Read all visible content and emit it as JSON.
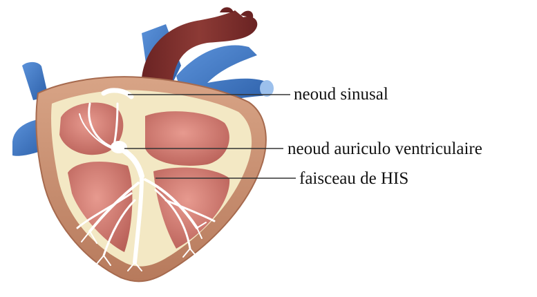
{
  "labels": {
    "sa_node": "neoud sinusal",
    "av_node": "neoud auriculo ventriculaire",
    "bundle_of_his": "faisceau de HIS"
  },
  "colors": {
    "vein_blue": "#3f78c8",
    "aorta": "#7a2a2a",
    "wall_outer": "#c98d6e",
    "wall_inner": "#f4ecc9",
    "chamber": "#d07a70",
    "conduction": "#ffffff",
    "leader_line": "#333333"
  }
}
